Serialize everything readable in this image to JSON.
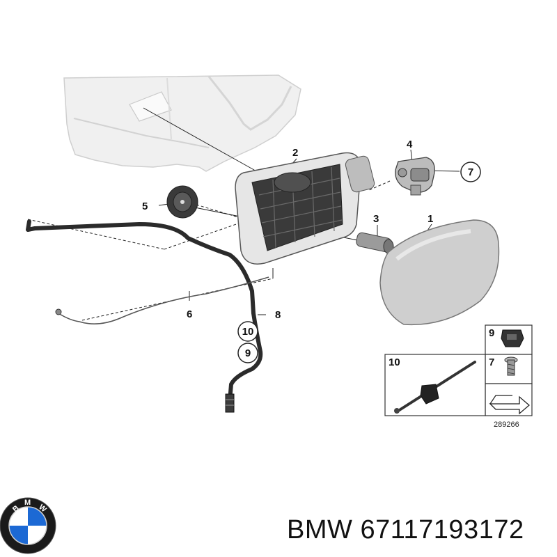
{
  "callouts": {
    "c1": "1",
    "c2": "2",
    "c3": "3",
    "c4": "4",
    "c5": "5",
    "c6": "6",
    "c7": "7",
    "c8": "8",
    "c9": "9",
    "c10": "10"
  },
  "legend": {
    "box_9": "9",
    "box_7": "7",
    "box_10": "10",
    "diagram_number": "289266"
  },
  "caption": {
    "brand": "BMW",
    "part_number": "67117193172"
  },
  "logo": {
    "lettering": "BMW",
    "colors": {
      "blue": "#1c69d4",
      "white": "#ffffff",
      "ring": "#1a1a1a"
    }
  }
}
